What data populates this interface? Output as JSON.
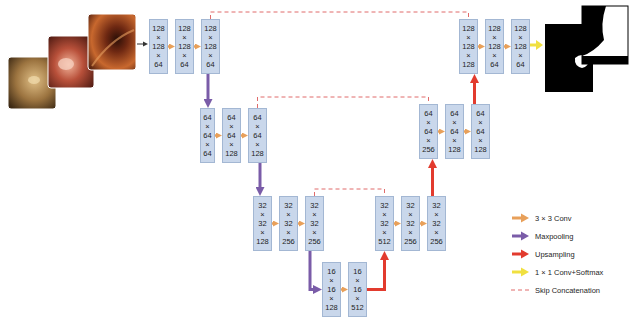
{
  "diagram": {
    "nodes": [
      {
        "text": [
          "128 × 128 × 64"
        ]
      },
      {
        "text": [
          "128 × 128 × 64"
        ]
      },
      {
        "text": [
          "128 × 128 × 64"
        ]
      },
      {
        "text": [
          "128 × 128 × 128"
        ]
      },
      {
        "text": [
          "128 × 128 × 64"
        ]
      },
      {
        "text": [
          "128 × 128 × 64"
        ]
      },
      {
        "text": [
          "64 × 64 × 64"
        ]
      },
      {
        "text": [
          "64 × 64 × 128"
        ]
      },
      {
        "text": [
          "64 × 64 × 128"
        ]
      },
      {
        "text": [
          "64 × 64 × 256"
        ]
      },
      {
        "text": [
          "64 × 64 × 128"
        ]
      },
      {
        "text": [
          "64 × 64 × 128"
        ]
      },
      {
        "text": [
          "32 × 32 × 128"
        ]
      },
      {
        "text": [
          "32 × 32 × 256"
        ]
      },
      {
        "text": [
          "32 × 32 × 256"
        ]
      },
      {
        "text": [
          "32 × 32 × 512"
        ]
      },
      {
        "text": [
          "32 × 32 × 256"
        ]
      },
      {
        "text": [
          "32 × 32 × 256"
        ]
      },
      {
        "text": [
          "16 × 16 × 128"
        ]
      },
      {
        "text": [
          "16 × 16 × 512"
        ]
      }
    ],
    "edges": [
      {
        "from": 0,
        "to": 1,
        "arrow": "to"
      },
      {
        "from": 1,
        "to": 2,
        "arrow": "to"
      },
      {
        "from": 3,
        "to": 4,
        "arrow": "to"
      },
      {
        "from": 4,
        "to": 5,
        "arrow": "to"
      },
      {
        "from": 6,
        "to": 7,
        "arrow": "to"
      },
      {
        "from": 7,
        "to": 8,
        "arrow": "to"
      },
      {
        "from": 9,
        "to": 10,
        "arrow": "to"
      },
      {
        "from": 10,
        "to": 11,
        "arrow": "to"
      },
      {
        "from": 12,
        "to": 13,
        "arrow": "to"
      },
      {
        "from": 13,
        "to": 14,
        "arrow": "to"
      },
      {
        "from": 15,
        "to": 16,
        "arrow": "to"
      },
      {
        "from": 16,
        "to": 17,
        "arrow": "to"
      },
      {
        "from": 18,
        "to": 19,
        "arrow": "to"
      },
      {
        "from": 2,
        "to": 6,
        "arrow": "to"
      },
      {
        "from": 8,
        "to": 12,
        "arrow": "to"
      },
      {
        "from": 14,
        "to": 18,
        "arrow": "to"
      },
      {
        "from": 19,
        "to": 15,
        "arrow": "to"
      },
      {
        "from": 17,
        "to": 9,
        "arrow": "to"
      },
      {
        "from": 11,
        "to": 3,
        "arrow": "to"
      },
      {
        "from": 2,
        "to": 3,
        "arrow": "none"
      },
      {
        "from": 8,
        "to": 9,
        "arrow": "none"
      },
      {
        "from": 14,
        "to": 15,
        "arrow": "none"
      }
    ],
    "legend": [
      {
        "text": "3 × 3 Conv"
      },
      {
        "text": "Maxpooling"
      },
      {
        "text": "Upsampling"
      },
      {
        "text": "1 × 1 Conv+Softmax"
      },
      {
        "text": "Skip Concatenation"
      }
    ]
  }
}
